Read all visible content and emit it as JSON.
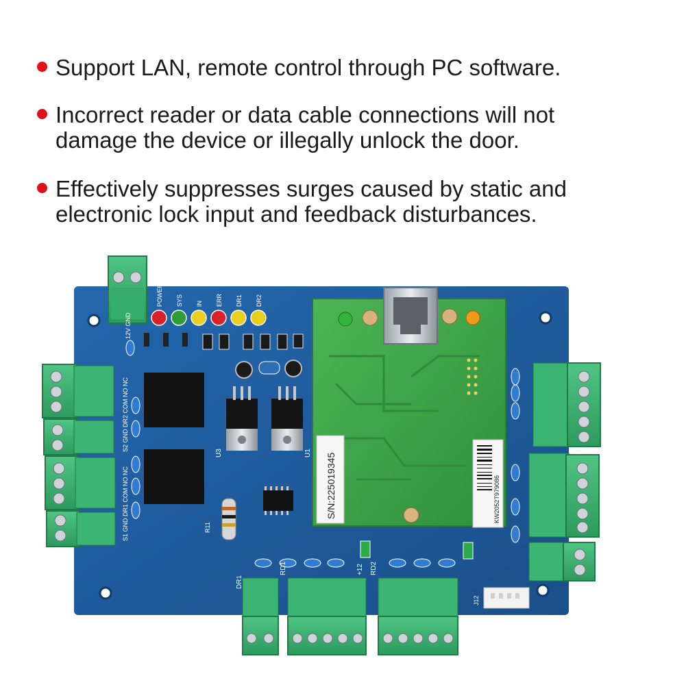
{
  "features": [
    {
      "text": "Support LAN, remote control through PC software."
    },
    {
      "text": "Incorrect reader or data cable connections will not\ndamage the device or illegally unlock the door."
    },
    {
      "text": "Effectively suppresses surges caused by static and\nelectronic lock input and feedback disturbances."
    }
  ],
  "colors": {
    "bullet": "#e0101a",
    "board": "#1f5c9e",
    "module": "#3fa54a",
    "terminal": "#3cb474"
  },
  "board": {
    "led_labels": [
      "POWER",
      "SYS",
      "IN",
      "ERR",
      "DR1",
      "DR2"
    ],
    "led_colors": [
      "#d8232a",
      "#2e9e35",
      "#e8cf1c",
      "#d8232a",
      "#e8cf1c",
      "#e8cf1c"
    ],
    "serial_label": "S/N:225019345",
    "barcode_label": "KW2052T979086",
    "port_labels": {
      "power": "12V GND",
      "relay_2": "S2 GND DR2 COM NO NC",
      "relay_1": "S1 GND DR1 COM NO NC",
      "bottom_dr1": "DR1",
      "bottom_rd1": "RD1",
      "bottom_rd2": "RD2",
      "v12": "+12",
      "j12": "J12"
    },
    "chip_labels": {
      "u3": "U3",
      "u1": "U1",
      "r11": "R11"
    }
  }
}
